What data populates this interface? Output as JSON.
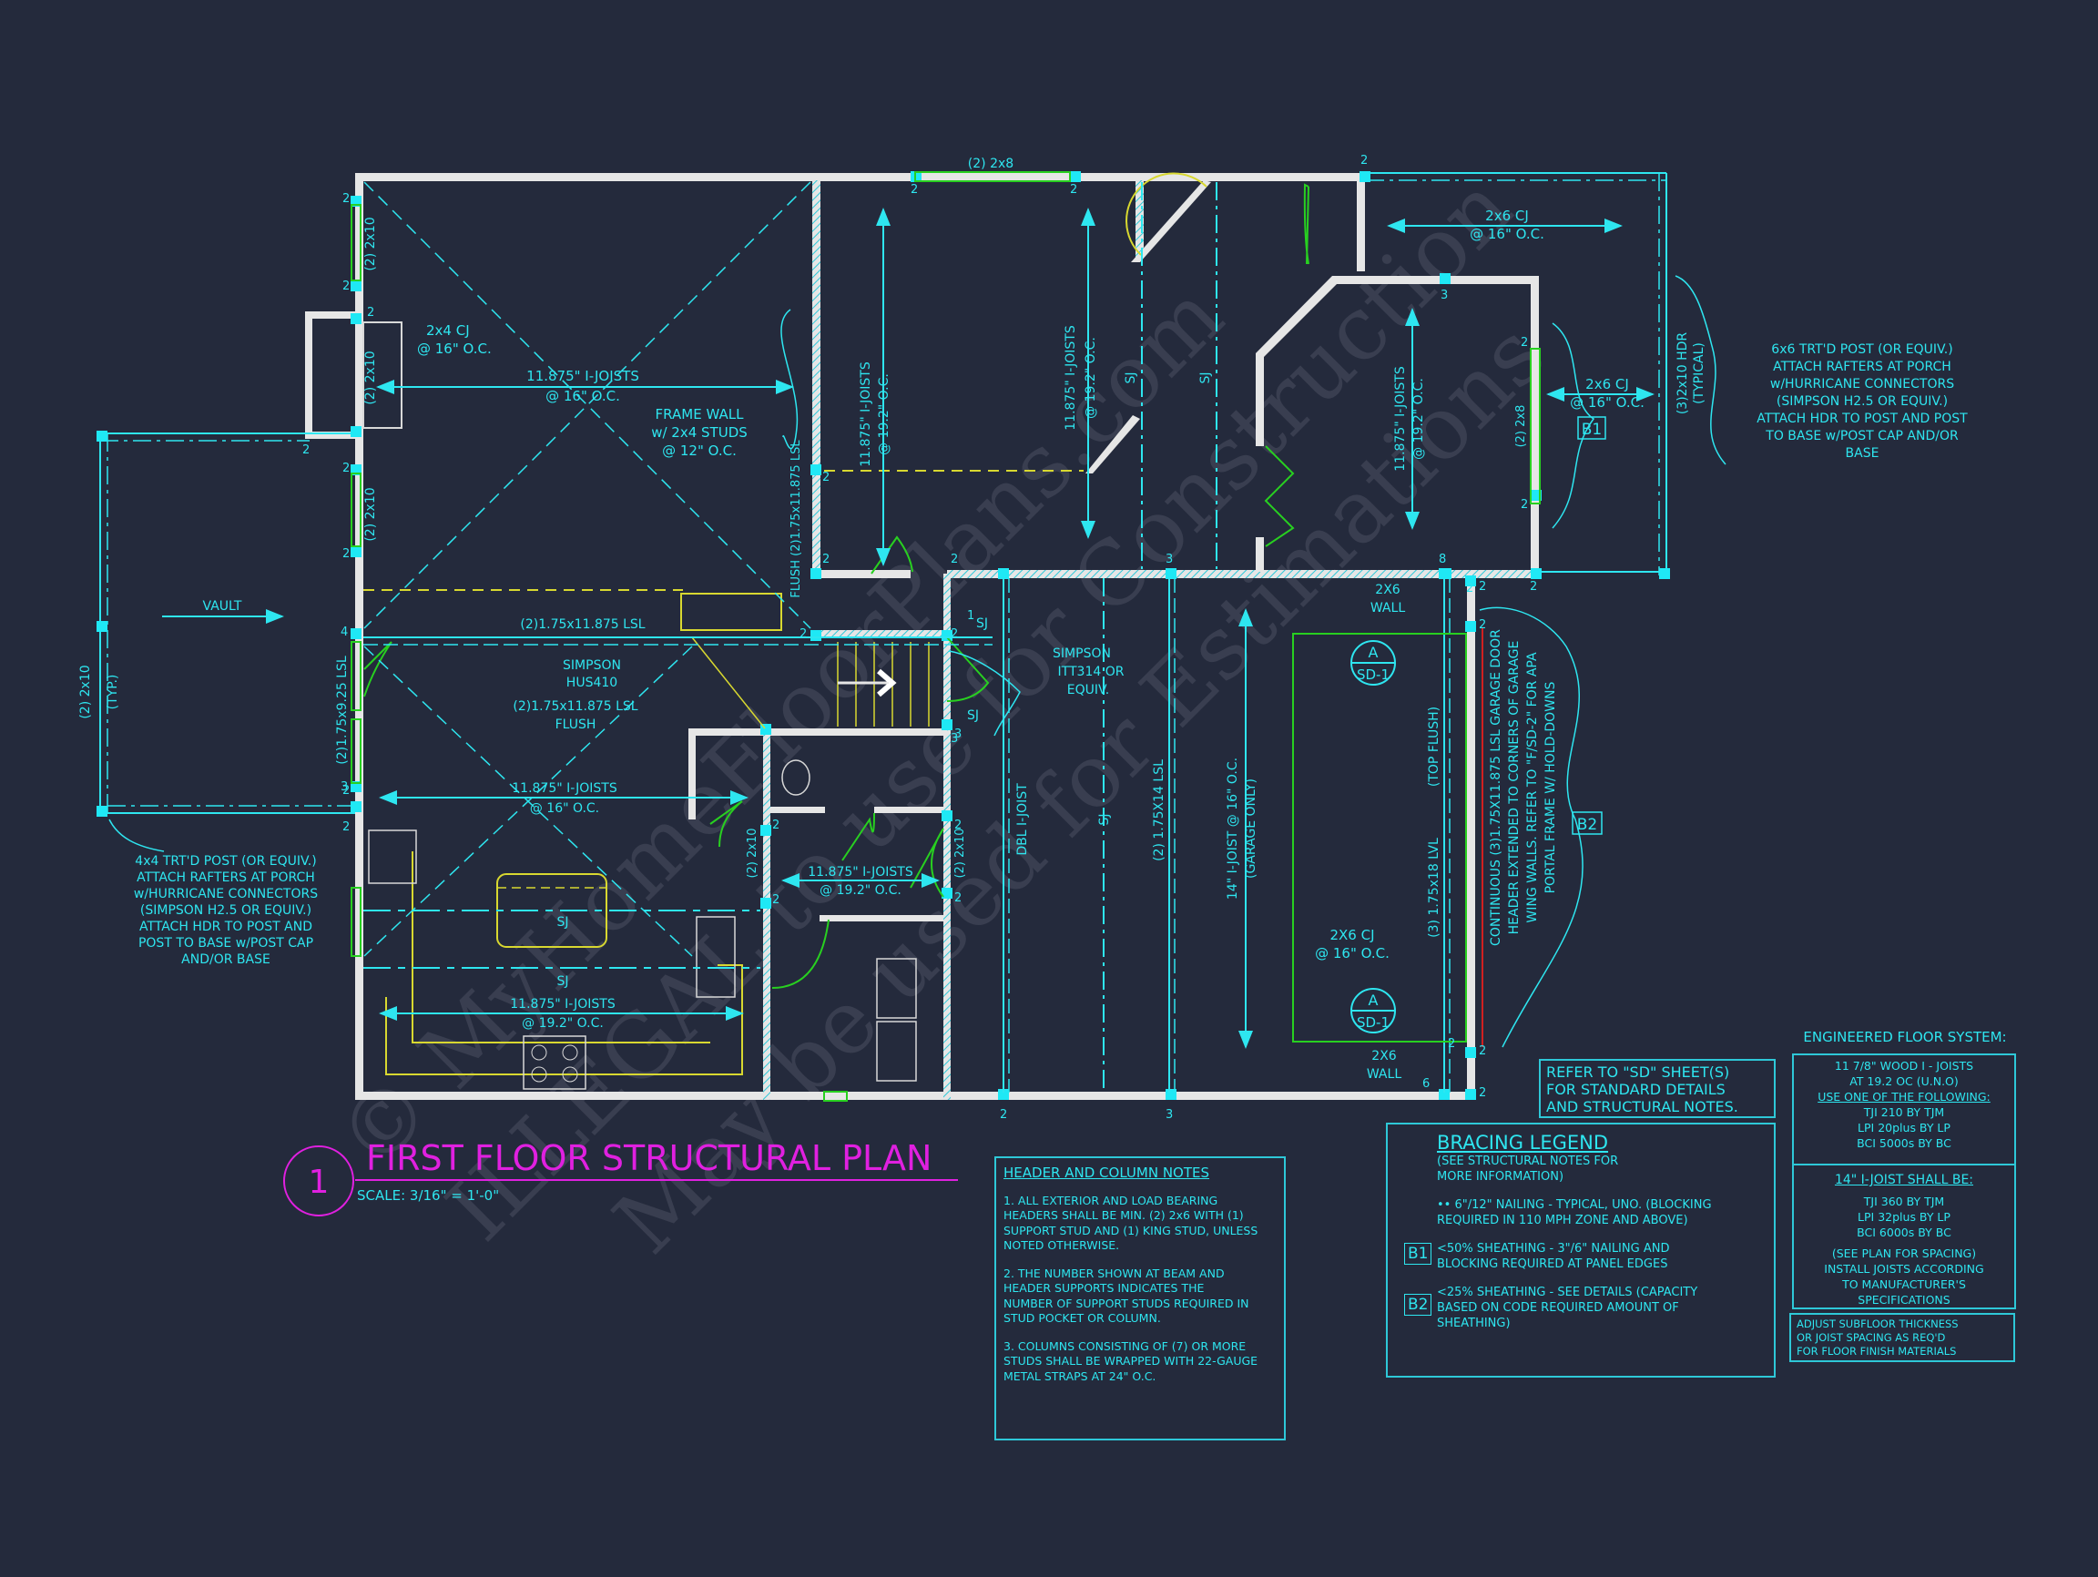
{
  "title_block": {
    "number": "1",
    "title": "FIRST FLOOR STRUCTURAL PLAN",
    "scale": "SCALE: 3/16\" = 1'-0\""
  },
  "watermark": {
    "line1": "© MyHomeFloorPlans.com",
    "line2": "ILLEGAL to use for Construction",
    "line3": "May be used for Estimations"
  },
  "colors": {
    "background": "#242a3c",
    "annotation": "#2ee6f0",
    "title": "#e020e0",
    "walls": "#e6e6e6",
    "windows_doors": "#28d020",
    "fixtures": "#d8d830",
    "header_red": "#d02020"
  },
  "plan_labels": {
    "top_header": "(2) 2x8",
    "left_hdr_1": "(2) 2x10",
    "left_hdr_2": "(2) 2x10",
    "left_hdr_3": "(2) 2x10",
    "left_lsl": "(2)1.75x9.25 LSL",
    "cj_left": "2x4 CJ",
    "cj_left_oc": "@ 16\" O.C.",
    "joist_lr": "11.875\" I-JOISTS",
    "joist_lr_oc": "@ 16\" O.C.",
    "frame_wall_1": "FRAME WALL",
    "frame_wall_2": "w/ 2x4 STUDS",
    "frame_wall_3": "@ 12\" O.C.",
    "flush_lsl": "FLUSH (2)1.75x11.875 LSL",
    "joist_mid1": "11.875\" I-JOISTS",
    "joist_mid1_oc": "@ 19.2\" O.C.",
    "joist_mid2": "11.875\" I-JOISTS",
    "joist_mid2_oc": "@ 19.2\" O.C.",
    "sj_a": "SJ",
    "sj_b": "SJ",
    "cj_top": "2x6 CJ",
    "cj_top_oc": "@ 16\" O.C.",
    "joist_den": "11.875\" I-JOISTS",
    "joist_den_oc": "@ 19.2\" O.C.",
    "den_hdr": "(2) 2x8",
    "cj_porch": "2x6 CJ",
    "cj_porch_oc": "@ 16\" O.C.",
    "b1_tag": "B1",
    "porch_hdr": "(3)2x10 HDR",
    "porch_hdr_typ": "(TYPICAL)",
    "vault": "VAULT",
    "porch_left_hdr": "(2) 2x10",
    "porch_left_typ": "(TYP.)",
    "lsl_beam": "(2)1.75x11.875 LSL",
    "simpson_hus_1": "SIMPSON",
    "simpson_hus_2": "HUS410",
    "lsl_flush_1": "(2)1.75x11.875 LSL",
    "lsl_flush_2": "FLUSH",
    "joist_kitchen_top": "11.875\" I-JOISTS",
    "joist_kitchen_top_oc": "@ 16\" O.C.",
    "sj_k1": "SJ",
    "sj_k2": "SJ",
    "joist_kitchen_bot": "11.875\" I-JOISTS",
    "joist_kitchen_bot_oc": "@ 19.2\" O.C.",
    "bath_hdr_l": "(2) 2x10",
    "bath_hdr_r": "(2) 2x10",
    "joist_bath": "11.875\" I-JOISTS",
    "joist_bath_oc": "@ 19.2\" O.C.",
    "sj_stair_1": "SJ",
    "sj_stair_2": "SJ",
    "simpson_itt_1": "SIMPSON",
    "simpson_itt_2": "ITT314 OR",
    "simpson_itt_3": "EQUIV.",
    "dbl_ijoist": "DBL I-JOIST",
    "sj_garage": "SJ",
    "lsl_garage": "(2) 1.75X14 LSL",
    "joist_garage": "14\" I-JOIST @ 16\" O.C.",
    "joist_garage_2": "(GARAGE ONLY)",
    "wall_2x6_top_1": "2X6",
    "wall_2x6_top_2": "WALL",
    "wall_2x6_bot_1": "2X6",
    "wall_2x6_bot_2": "WALL",
    "detail_a": "A",
    "detail_sd": "SD-1",
    "lvl": "(3) 1.75x18 LVL",
    "lvl_flush": "(TOP FLUSH)",
    "cj_garage": "2X6 CJ",
    "cj_garage_oc": "@ 16\" O.C.",
    "garage_hdr_1": "CONTINUOUS (3)1.75X11.875 LSL GARAGE DOOR",
    "garage_hdr_2": "HEADER EXTENDED TO CORNERS OF GARAGE",
    "garage_hdr_3": "WING WALLS. REFER TO \"F/SD-2\" FOR APA",
    "garage_hdr_4": "PORTAL FRAME W/ HOLD-DOWNS",
    "b2_tag": "B2"
  },
  "callouts": {
    "post_right": [
      "6x6 TRT'D POST (OR EQUIV.)",
      "ATTACH RAFTERS AT PORCH",
      "w/HURRICANE CONNECTORS",
      "(SIMPSON H2.5 OR EQUIV.)",
      "ATTACH HDR TO POST AND POST",
      "TO BASE w/POST CAP AND/OR",
      "BASE"
    ],
    "post_left": [
      "4x4 TRT'D POST (OR EQUIV.)",
      "ATTACH RAFTERS AT PORCH",
      "w/HURRICANE CONNECTORS",
      "(SIMPSON H2.5 OR EQUIV.)",
      "ATTACH HDR TO POST AND",
      "POST TO BASE w/POST CAP",
      "AND/OR BASE"
    ]
  },
  "stud_counts": [
    "2",
    "2",
    "2",
    "2",
    "2",
    "2",
    "2",
    "2",
    "4",
    "3",
    "2",
    "2",
    "2",
    "2",
    "2",
    "2",
    "3",
    "2",
    "3",
    "8",
    "2",
    "2",
    "2",
    "2",
    "2",
    "2",
    "3",
    "2",
    "2",
    "1",
    "3",
    "2",
    "2",
    "2",
    "2",
    "2",
    "6",
    "2",
    "2",
    "3"
  ],
  "header_notes": {
    "title": "HEADER AND COLUMN NOTES",
    "items": [
      [
        "1. ALL EXTERIOR AND LOAD BEARING",
        "HEADERS SHALL BE MIN. (2) 2x6 WITH (1)",
        "SUPPORT STUD AND (1) KING STUD, UNLESS",
        "NOTED OTHERWISE."
      ],
      [
        "2. THE NUMBER SHOWN AT BEAM AND",
        "HEADER SUPPORTS INDICATES THE",
        "NUMBER OF SUPPORT STUDS REQUIRED IN",
        "STUD POCKET OR COLUMN."
      ],
      [
        "3. COLUMNS CONSISTING OF (7) OR MORE",
        "STUDS SHALL BE WRAPPED WITH 22-GAUGE",
        "METAL STRAPS AT 24\" O.C."
      ]
    ]
  },
  "sd_reference": [
    "REFER TO \"SD\" SHEET(S)",
    "FOR STANDARD DETAILS",
    "AND STRUCTURAL NOTES."
  ],
  "bracing_legend": {
    "title": "BRACING LEGEND",
    "subtitle": [
      "(SEE STRUCTURAL NOTES FOR",
      "MORE INFORMATION)"
    ],
    "typical": [
      "•• 6\"/12\" NAILING - TYPICAL, UNO. (BLOCKING",
      "REQUIRED IN 110 MPH ZONE AND ABOVE)"
    ],
    "b1": {
      "tag": "B1",
      "lines": [
        "<50% SHEATHING - 3\"/6\" NAILING AND",
        "BLOCKING REQUIRED AT PANEL EDGES"
      ]
    },
    "b2": {
      "tag": "B2",
      "lines": [
        "<25% SHEATHING - SEE DETAILS (CAPACITY",
        "BASED ON CODE REQUIRED AMOUNT OF",
        "SHEATHING)"
      ]
    }
  },
  "floor_system": {
    "title": "ENGINEERED FLOOR SYSTEM:",
    "box1": [
      "11 7/8\" WOOD I - JOISTS",
      "AT 19.2 OC (U.N.O)"
    ],
    "box1_sub": "USE ONE OF THE FOLLOWING:",
    "box1_list": [
      "TJI 210 BY TJM",
      "LPI 20plus BY LP",
      "BCI 5000s BY BC"
    ],
    "box2_title": "14\" I-JOIST SHALL BE:",
    "box2_list": [
      "TJI 360 BY TJM",
      "LPI 32plus BY LP",
      "BCI 6000s BY BC"
    ],
    "box2_note": [
      "(SEE PLAN FOR SPACING)",
      "INSTALL JOISTS ACCORDING",
      "TO MANUFACTURER'S",
      "SPECIFICATIONS"
    ],
    "box3": [
      "ADJUST SUBFLOOR THICKNESS",
      "OR JOIST SPACING AS REQ'D",
      "FOR FLOOR FINISH MATERIALS"
    ]
  }
}
